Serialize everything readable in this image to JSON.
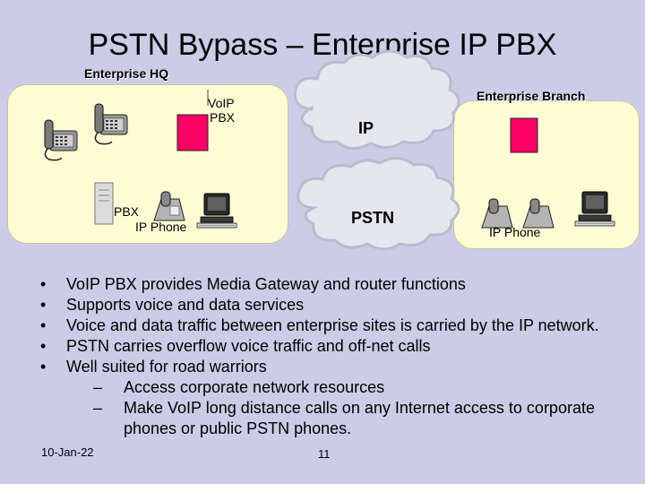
{
  "title": "PSTN Bypass – Enterprise IP PBX",
  "diagram": {
    "hq_label": "Enterprise HQ",
    "branch_label": "Enterprise Branch",
    "voip_pbx_line1": "VoIP",
    "voip_pbx_line2": "PBX",
    "pbx_label": "PBX",
    "hq_ip_phone_label": "IP Phone",
    "branch_ip_phone_label": "IP Phone",
    "cloud_ip_label": "IP",
    "cloud_pstn_label": "PSTN",
    "colors": {
      "background": "#cccce8",
      "panel": "#fefcd4",
      "pbx_box": "#ff0066",
      "cloud": "#e8e8f0"
    }
  },
  "bullets": [
    "VoIP PBX provides Media Gateway and router functions",
    "Supports voice and data services",
    "Voice and data traffic between enterprise sites is carried by the IP network.",
    "PSTN carries overflow voice traffic and off-net calls",
    "Well suited for road warriors"
  ],
  "sub_bullets": [
    "Access corporate network resources",
    "Make VoIP long distance calls on any Internet access to corporate phones or public PSTN phones."
  ],
  "footer": {
    "date": "10-Jan-22",
    "page": "11"
  }
}
